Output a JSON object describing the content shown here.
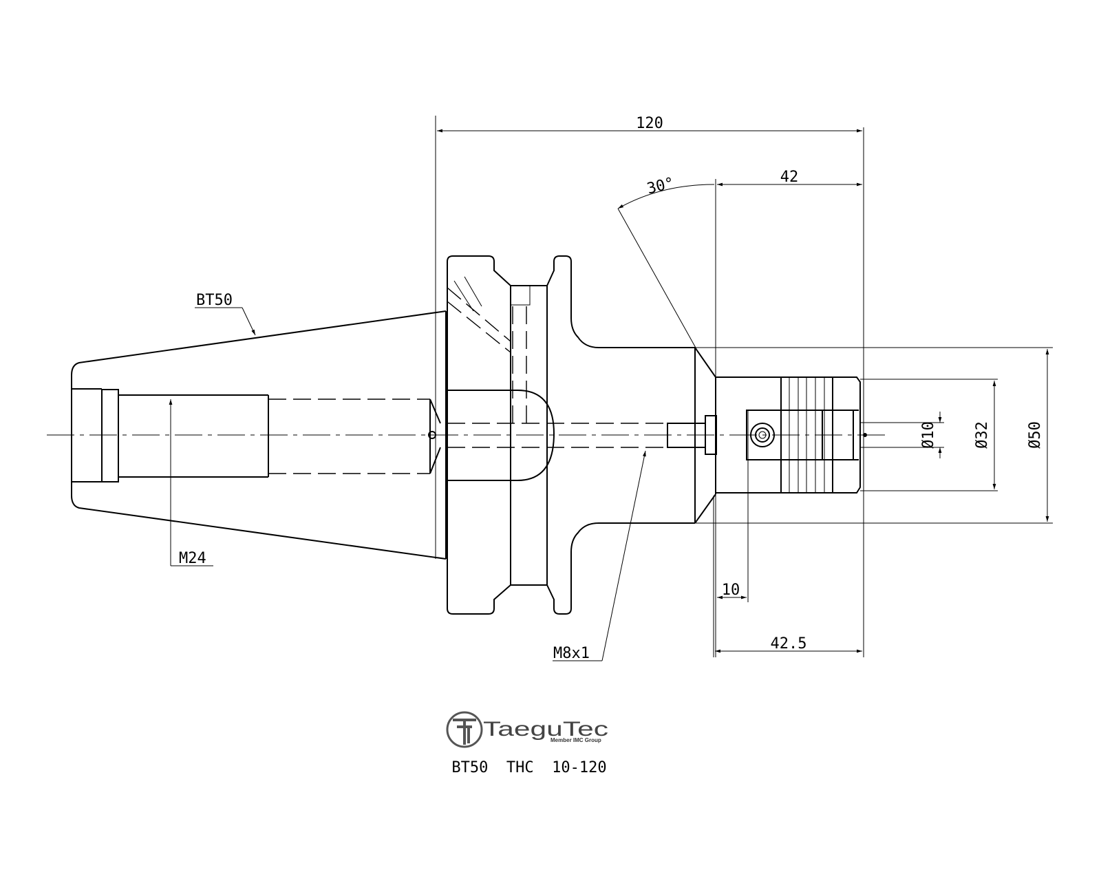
{
  "drawing": {
    "labels": {
      "taper": "BT50",
      "thread_main": "M24",
      "thread_small": "M8x1",
      "angle": "30°"
    },
    "dimensions": {
      "overall_length": "120",
      "gauge_length": "42",
      "min_clamp": "10",
      "clamp_length": "42.5",
      "bore_diameter": "Ø10",
      "nose_diameter": "Ø32",
      "body_diameter": "Ø50"
    },
    "logo": {
      "name": "TaeguTec",
      "tagline": "Member IMC Group"
    },
    "part_number": "BT50  THC  10-120"
  }
}
